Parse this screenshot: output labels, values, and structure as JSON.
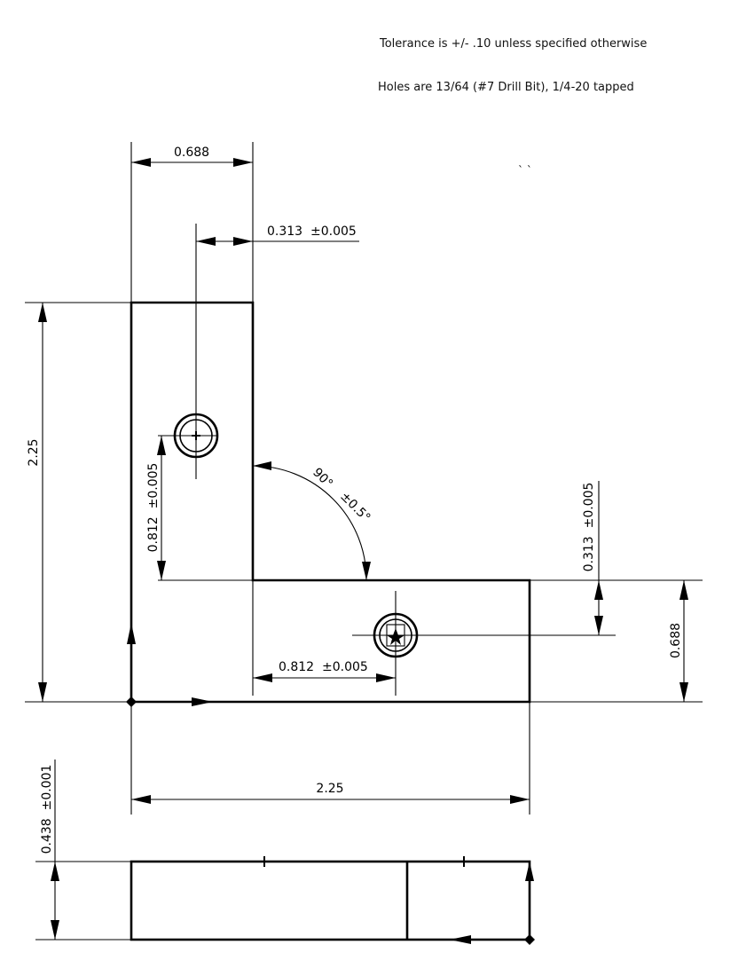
{
  "notes": {
    "tolerance": "Tolerance is +/- .10 unless specified otherwise",
    "holes": "Holes are 13/64 (#7 Drill Bit), 1/4-20 tapped"
  },
  "stray_marks": "` `",
  "top_view": {
    "dimensions": {
      "top_width": "0.688",
      "hole1_offset_x": "0.313  ±0.005",
      "overall_height": "2.25",
      "hole1_offset_y": "0.812  ±0.005",
      "angle": "90°",
      "angle_tolerance": "±0.5°",
      "hole2_offset_y": "0.313  ±0.005",
      "right_leg_height": "0.688",
      "hole2_offset_x": "0.812  ±0.005",
      "overall_width": "2.25"
    }
  },
  "side_view": {
    "dimensions": {
      "thickness": "0.438  ±0.001"
    }
  }
}
